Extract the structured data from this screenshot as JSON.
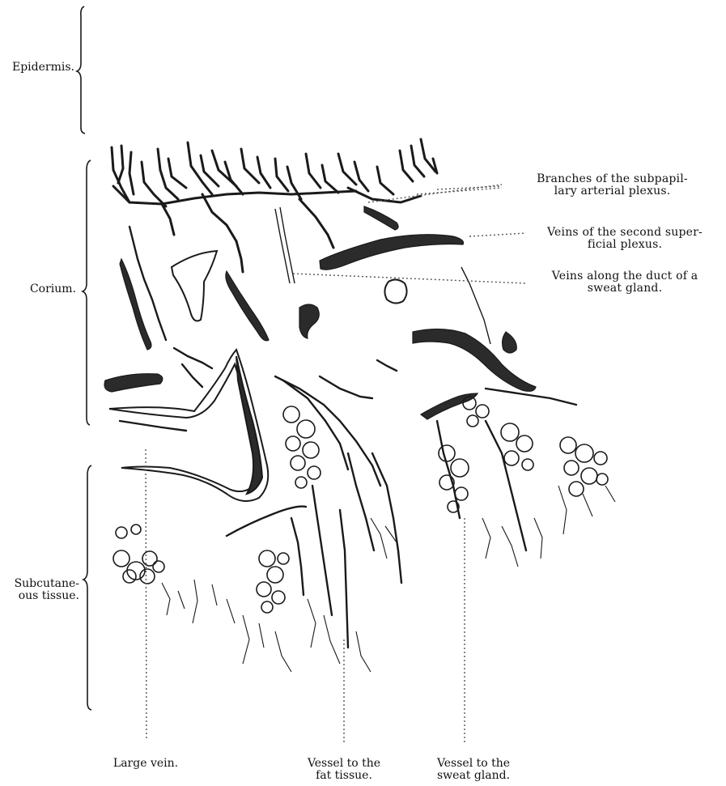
{
  "layers": {
    "epidermis": "Epidermis.",
    "corium": "Corium.",
    "subcutaneous_line1": "Subcutane-",
    "subcutaneous_line2": "ous tissue."
  },
  "right_labels": {
    "subpapillary_line1": "Branches of the subpapil-",
    "subpapillary_line2": "lary arterial plexus.",
    "second_plexus_line1": "Veins of the second super-",
    "second_plexus_line2": "ficial plexus.",
    "sweat_duct_line1": "Veins along the duct of a",
    "sweat_duct_line2": "sweat gland."
  },
  "bottom_labels": {
    "large_vein": "Large vein.",
    "fat_vessel_line1": "Vessel to the",
    "fat_vessel_line2": "fat tissue.",
    "sweat_vessel_line1": "Vessel to the",
    "sweat_vessel_line2": "sweat gland."
  },
  "colors": {
    "ink": "#1a1a1a",
    "vein_fill": "#2b2b2b",
    "leader": "#555555"
  }
}
